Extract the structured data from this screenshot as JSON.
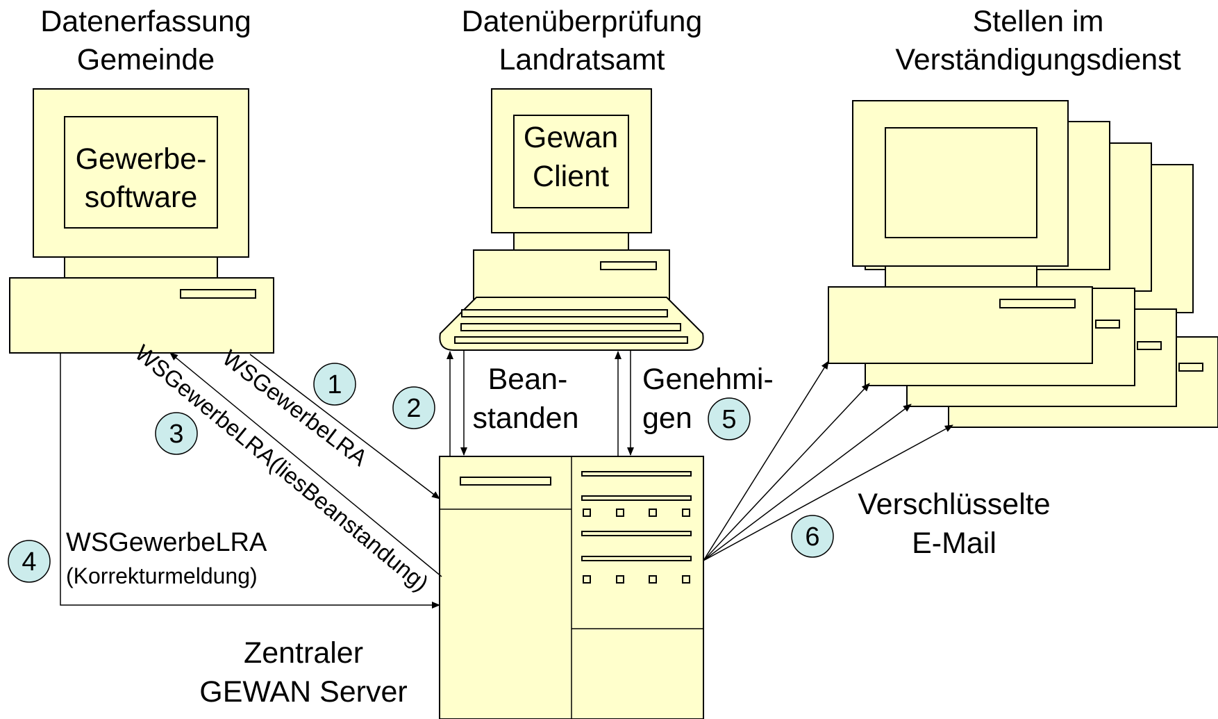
{
  "headers": {
    "gemeinde": [
      "Datenerfassung",
      "Gemeinde"
    ],
    "landratsamt": [
      "Datenüberprüfung",
      "Landratsamt"
    ],
    "stellen": [
      "Stellen im",
      "Verständigungsdienst"
    ]
  },
  "screens": {
    "gemeinde": [
      "Gewerbe-",
      "software"
    ],
    "landratsamt": [
      "Gewan",
      "Client"
    ]
  },
  "server_label": [
    "Zentraler",
    "GEWAN Server"
  ],
  "arrows": {
    "a1": "WSGewerbeLRA",
    "a3": "WSGewerbeLRA(liesBeanstandung)",
    "a4": [
      "WSGewerbeLRA",
      "(Korrekturmeldung)"
    ],
    "beanstanden": [
      "Bean-",
      "standen"
    ],
    "genehmigen": [
      "Genehmi-",
      "gen"
    ],
    "email": [
      "Verschlüsselte",
      "E-Mail"
    ]
  },
  "steps": [
    "1",
    "2",
    "3",
    "4",
    "5",
    "6"
  ],
  "colors": {
    "device_fill": "#FFFFCC",
    "step_badge_fill": "#CCECEC",
    "stroke": "#000000"
  }
}
